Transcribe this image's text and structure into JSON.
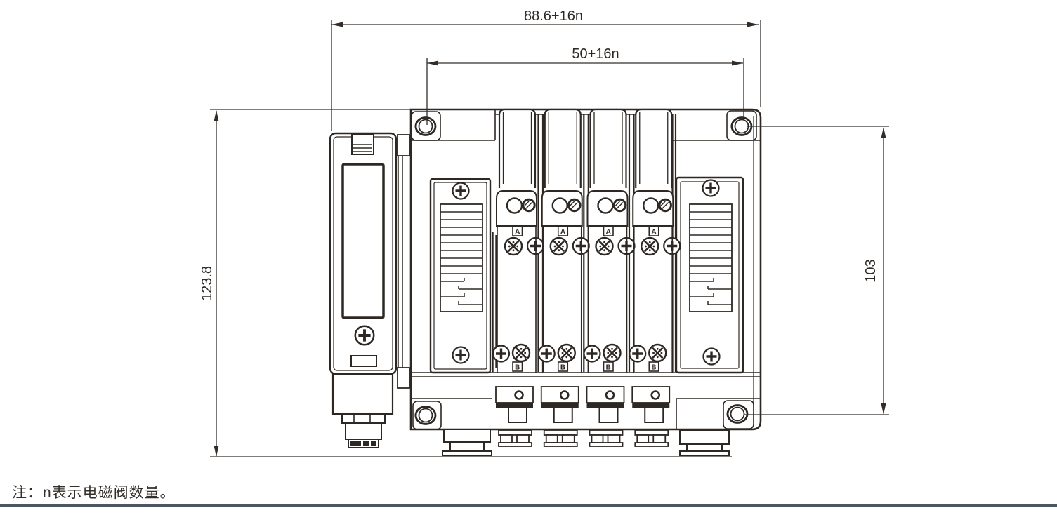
{
  "drawing": {
    "title_implicit": "",
    "dim_overall_width": "88.6+16n",
    "dim_hole_pitch_width": "50+16n",
    "dim_overall_height": "123.8",
    "dim_hole_pitch_height": "103",
    "port_label_a": "A",
    "port_label_b": "B",
    "station_count": 4
  },
  "note": {
    "text": "注：n表示电磁阀数量。"
  },
  "colors": {
    "line": "#2e2824",
    "dimension_line": "#332d29",
    "footer_bar": "#4d565e",
    "background": "#ffffff"
  }
}
